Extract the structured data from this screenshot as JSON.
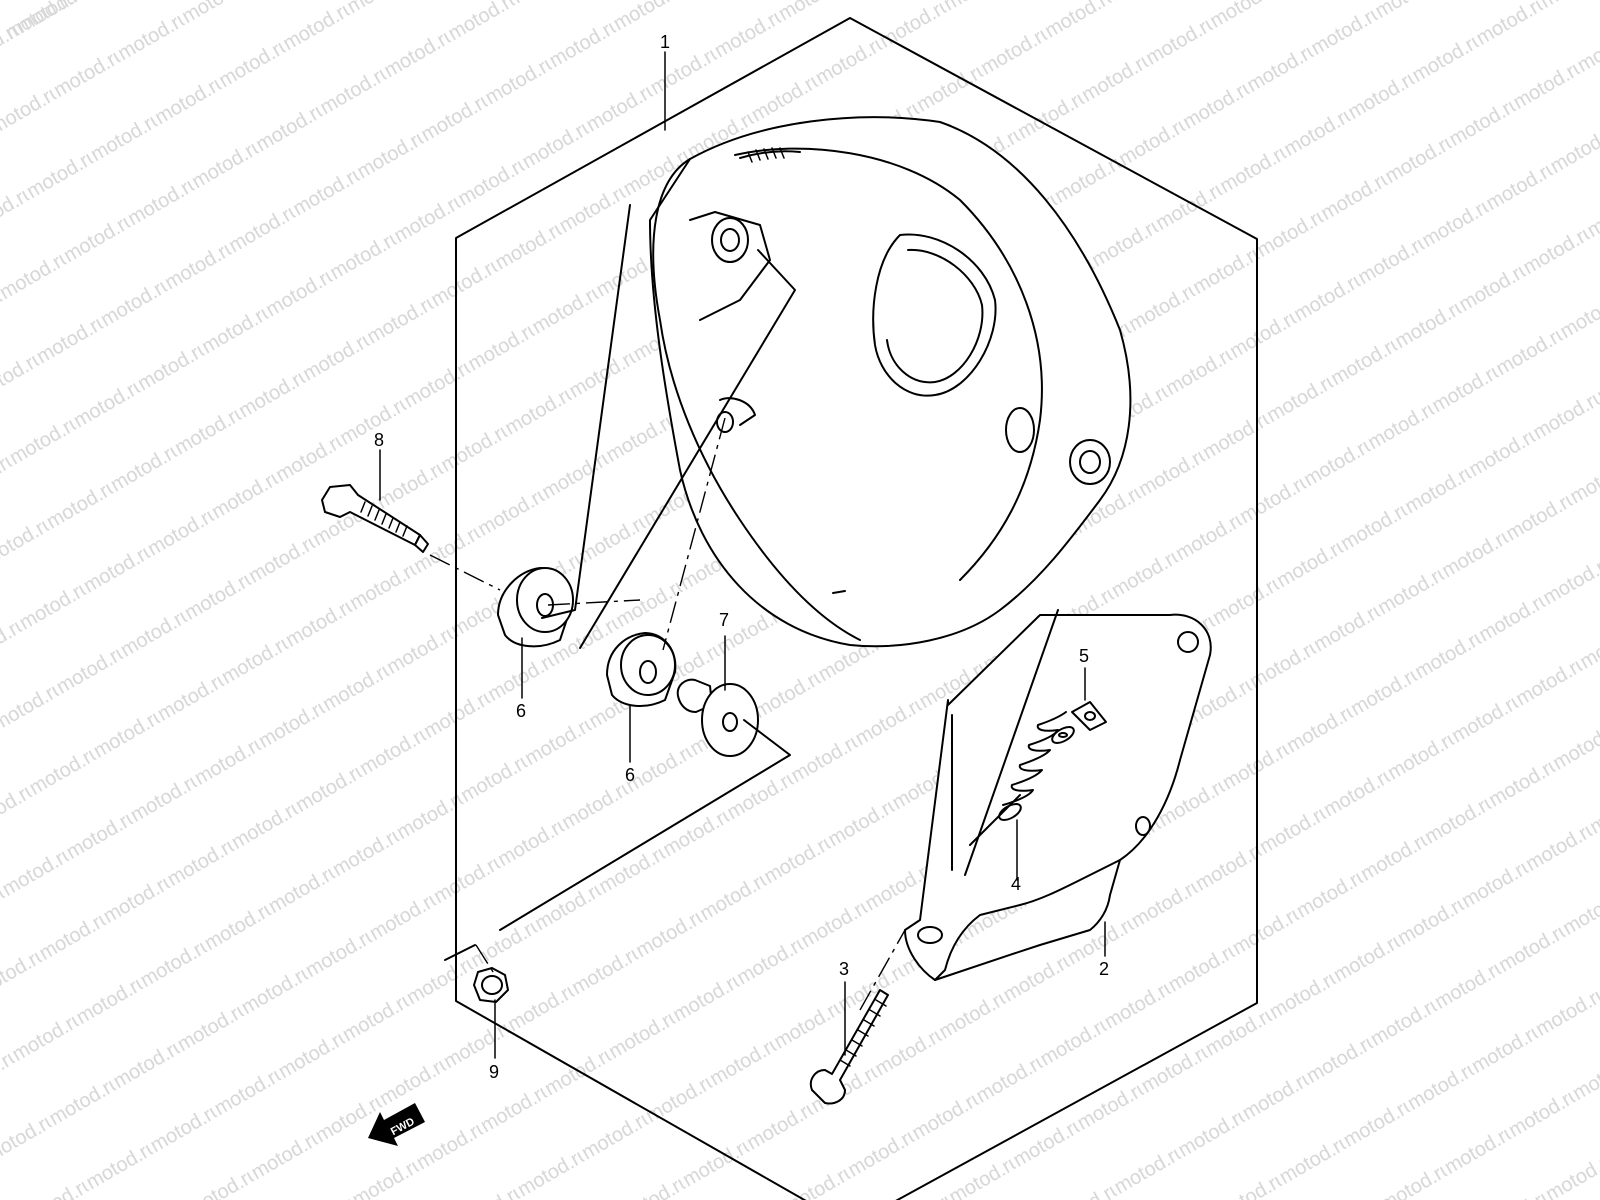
{
  "watermark": {
    "text": "motod.ru"
  },
  "callouts": [
    {
      "id": "1",
      "part": "headlamp-housing"
    },
    {
      "id": "2",
      "part": "bracket"
    },
    {
      "id": "3",
      "part": "screw"
    },
    {
      "id": "4",
      "part": "spring"
    },
    {
      "id": "5",
      "part": "nut"
    },
    {
      "id": "6",
      "part": "cushion"
    },
    {
      "id": "6",
      "part": "cushion"
    },
    {
      "id": "7",
      "part": "collar"
    },
    {
      "id": "8",
      "part": "bolt"
    },
    {
      "id": "9",
      "part": "nut"
    }
  ],
  "direction_arrow": {
    "label": "FWD"
  }
}
